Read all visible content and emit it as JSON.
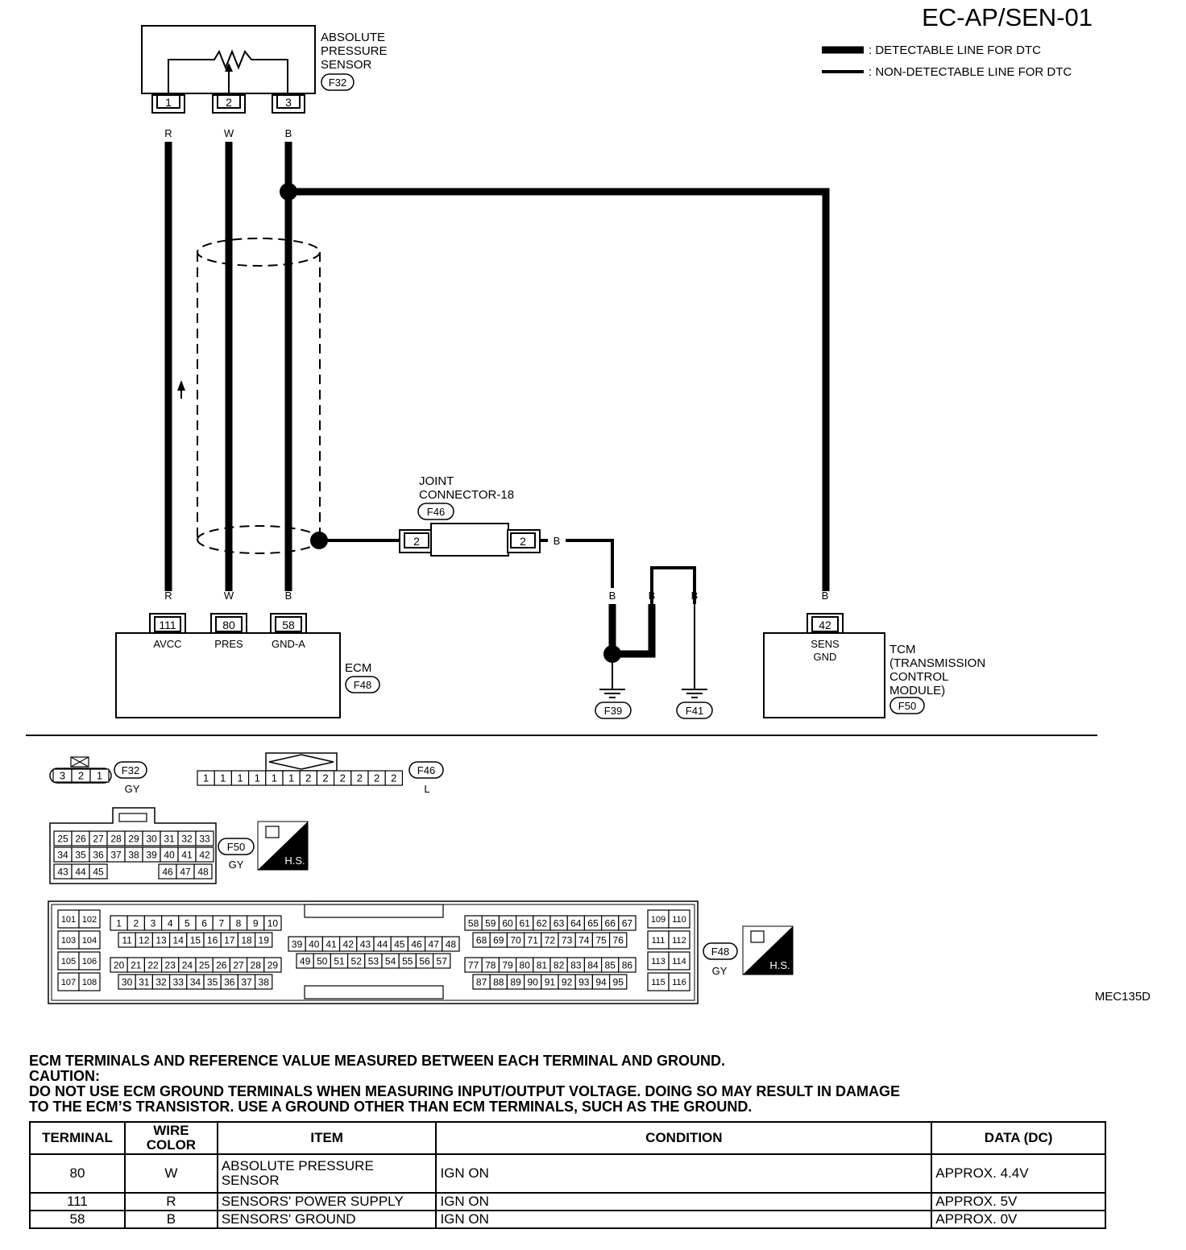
{
  "page_id": "EC-AP/SEN-01",
  "legend": {
    "detectable": ": DETECTABLE LINE FOR DTC",
    "non_detectable": ": NON-DETECTABLE LINE FOR DTC"
  },
  "sensor": {
    "label_lines": [
      "ABSOLUTE",
      "PRESSURE",
      "SENSOR"
    ],
    "connector": "F32",
    "pins": [
      "1",
      "2",
      "3"
    ],
    "wire_colors": [
      "R",
      "W",
      "B"
    ]
  },
  "joint": {
    "label_lines": [
      "JOINT",
      "CONNECTOR-18"
    ],
    "connector": "F46",
    "pin_left": "2",
    "pin_right": "2",
    "wire_out": "B"
  },
  "ecm": {
    "label": "ECM",
    "connector": "F48",
    "pins": [
      "111",
      "80",
      "58"
    ],
    "pin_labels": [
      "AVCC",
      "PRES",
      "GND-A"
    ],
    "wire_colors": [
      "R",
      "W",
      "B"
    ]
  },
  "grounds": {
    "wire_colors": [
      "B",
      "B",
      "B"
    ],
    "connectors": [
      "F39",
      "F41"
    ]
  },
  "tcm": {
    "label_lines": [
      "TCM",
      "(TRANSMISSION",
      "CONTROL",
      "MODULE)"
    ],
    "connector": "F50",
    "pin": "42",
    "pin_label_lines": [
      "SENS",
      "GND"
    ],
    "wire_color": "B"
  },
  "connector_views": {
    "f32": {
      "pins": [
        "3",
        "2",
        "1"
      ],
      "id": "F32",
      "color": "GY"
    },
    "f46": {
      "pins": [
        "1",
        "1",
        "1",
        "1",
        "1",
        "1",
        "2",
        "2",
        "2",
        "2",
        "2",
        "2"
      ],
      "id": "F46",
      "color": "L"
    },
    "f50": {
      "row1": [
        "25",
        "26",
        "27",
        "28",
        "29",
        "30",
        "31",
        "32",
        "33"
      ],
      "row2": [
        "34",
        "35",
        "36",
        "37",
        "38",
        "39",
        "40",
        "41",
        "42"
      ],
      "row3a": [
        "43",
        "44",
        "45"
      ],
      "row3b": [
        "46",
        "47",
        "48"
      ],
      "id": "F50",
      "color": "GY",
      "badge": "H.S."
    },
    "f48": {
      "left_block": [
        [
          "101",
          "102"
        ],
        [
          "103",
          "104"
        ],
        [
          "105",
          "106"
        ],
        [
          "107",
          "108"
        ]
      ],
      "g1_r1": [
        "1",
        "2",
        "3",
        "4",
        "5",
        "6",
        "7",
        "8",
        "9",
        "10"
      ],
      "g1_r2": [
        "11",
        "12",
        "13",
        "14",
        "15",
        "16",
        "17",
        "18",
        "19"
      ],
      "g1_r3": [
        "20",
        "21",
        "22",
        "23",
        "24",
        "25",
        "26",
        "27",
        "28",
        "29"
      ],
      "g1_r4": [
        "30",
        "31",
        "32",
        "33",
        "34",
        "35",
        "36",
        "37",
        "38"
      ],
      "g2_r1": [
        "39",
        "40",
        "41",
        "42",
        "43",
        "44",
        "45",
        "46",
        "47",
        "48"
      ],
      "g2_r2": [
        "49",
        "50",
        "51",
        "52",
        "53",
        "54",
        "55",
        "56",
        "57"
      ],
      "g3_r1": [
        "58",
        "59",
        "60",
        "61",
        "62",
        "63",
        "64",
        "65",
        "66",
        "67"
      ],
      "g3_r2": [
        "68",
        "69",
        "70",
        "71",
        "72",
        "73",
        "74",
        "75",
        "76"
      ],
      "g3_r3": [
        "77",
        "78",
        "79",
        "80",
        "81",
        "82",
        "83",
        "84",
        "85",
        "86"
      ],
      "g3_r4": [
        "87",
        "88",
        "89",
        "90",
        "91",
        "92",
        "93",
        "94",
        "95"
      ],
      "right_block": [
        [
          "109",
          "110"
        ],
        [
          "111",
          "112"
        ],
        [
          "113",
          "114"
        ],
        [
          "115",
          "116"
        ]
      ],
      "id": "F48",
      "color": "GY",
      "badge": "H.S."
    }
  },
  "figure_code": "MEC135D",
  "notes": {
    "line1": "ECM TERMINALS AND REFERENCE VALUE MEASURED BETWEEN EACH TERMINAL AND GROUND.",
    "line2": "CAUTION:",
    "line3": "DO NOT USE ECM GROUND TERMINALS WHEN MEASURING INPUT/OUTPUT VOLTAGE. DOING SO MAY RESULT IN DAMAGE",
    "line4": "TO THE ECM’S TRANSISTOR. USE A GROUND OTHER THAN ECM TERMINALS, SUCH AS THE GROUND."
  },
  "table": {
    "headers": [
      "TERMINAL",
      "WIRE COLOR",
      "ITEM",
      "CONDITION",
      "DATA (DC)"
    ],
    "rows": [
      {
        "terminal": "80",
        "wire_color": "W",
        "item_lines": [
          "ABSOLUTE PRESSURE",
          "SENSOR"
        ],
        "condition": "IGN ON",
        "data": "APPROX. 4.4V"
      },
      {
        "terminal": "111",
        "wire_color": "R",
        "item_lines": [
          "SENSORS' POWER SUPPLY"
        ],
        "condition": "IGN ON",
        "data": "APPROX. 5V"
      },
      {
        "terminal": "58",
        "wire_color": "B",
        "item_lines": [
          "SENSORS' GROUND"
        ],
        "condition": "IGN ON",
        "data": "APPROX. 0V"
      }
    ]
  }
}
